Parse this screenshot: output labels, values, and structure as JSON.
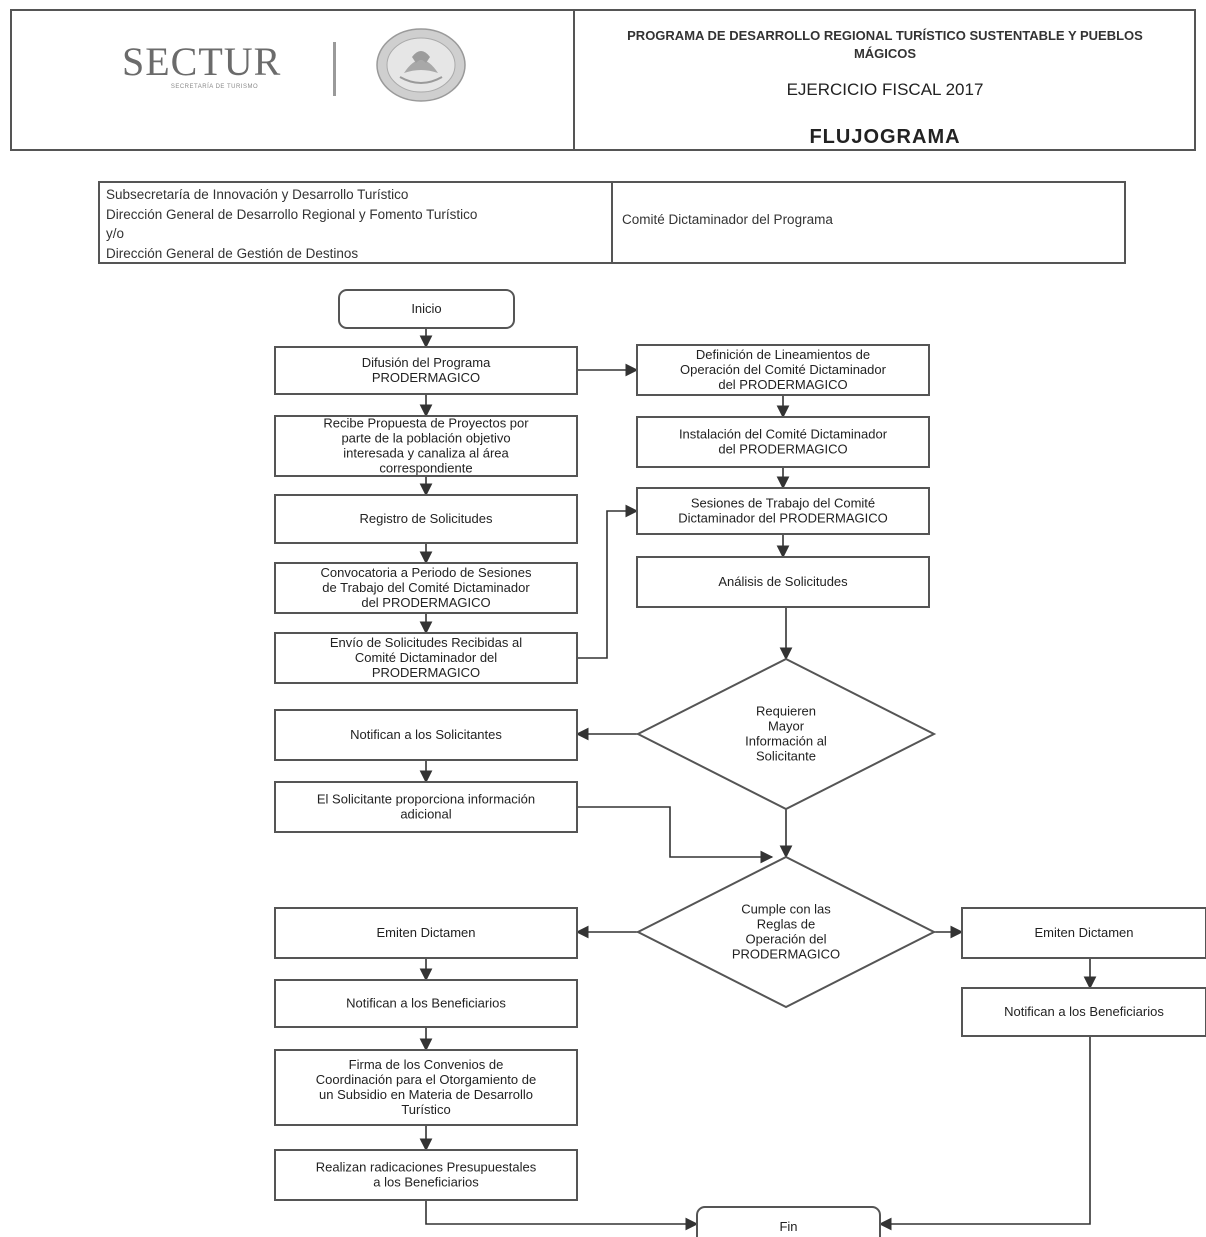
{
  "header": {
    "logo_text": "SECTUR",
    "logo_subtitle": "SECRETARÍA DE TURISMO",
    "program_title": "PROGRAMA DE DESARROLLO REGIONAL TURÍSTICO SUSTENTABLE Y PUEBLOS MÁGICOS",
    "fiscal_year": "EJERCICIO FISCAL 2017",
    "document_type": "FLUJOGRAMA"
  },
  "lanes": {
    "left": [
      "Subsecretaría de Innovación y Desarrollo Turístico",
      "Dirección General de Desarrollo Regional y Fomento Turístico",
      "y/o",
      "Dirección General de Gestión de Destinos"
    ],
    "right": "Comité Dictaminador del Programa"
  },
  "flowchart": {
    "nodes": {
      "inicio": [
        "Inicio"
      ],
      "difusion": [
        "Difusión del Programa",
        "PRODERMAGICO"
      ],
      "recibe": [
        "Recibe Propuesta de Proyectos por",
        "parte de la población objetivo",
        "interesada y canaliza al área",
        "correspondiente"
      ],
      "registro": [
        "Registro de Solicitudes"
      ],
      "convocatoria": [
        "Convocatoria a Periodo de Sesiones",
        "de Trabajo del Comité Dictaminador",
        "del PRODERMAGICO"
      ],
      "envio": [
        "Envío de Solicitudes Recibidas al",
        "Comité Dictaminador del",
        "PRODERMAGICO"
      ],
      "definicion": [
        "Definición de Lineamientos de",
        "Operación del Comité Dictaminador",
        "del PRODERMAGICO"
      ],
      "instalacion": [
        "Instalación del Comité Dictaminador",
        "del PRODERMAGICO"
      ],
      "sesiones": [
        "Sesiones de Trabajo del Comité",
        "Dictaminador del PRODERMAGICO"
      ],
      "analisis": [
        "Análisis de Solicitudes"
      ],
      "requieren": [
        "Requieren",
        "Mayor",
        "Información al",
        "Solicitante"
      ],
      "notifican_solicitantes": [
        "Notifican a los Solicitantes"
      ],
      "solicitante_info": [
        "El Solicitante proporciona información",
        "adicional"
      ],
      "cumple": [
        "Cumple con las",
        "Reglas de",
        "Operación del",
        "PRODERMAGICO"
      ],
      "emiten_left": [
        "Emiten Dictamen"
      ],
      "notifican_benef_left": [
        "Notifican a los Beneficiarios"
      ],
      "firma": [
        "Firma de los Convenios de",
        "Coordinación para el Otorgamiento de",
        "un Subsidio en Materia de Desarrollo",
        "Turístico"
      ],
      "radicaciones": [
        "Realizan radicaciones Presupuestales",
        "a los Beneficiarios"
      ],
      "emiten_right": [
        "Emiten Dictamen"
      ],
      "notifican_benef_right": [
        "Notifican a los Beneficiarios"
      ],
      "fin": [
        "Fin"
      ]
    }
  },
  "colors": {
    "line": "#333333",
    "box_border": "#555555"
  }
}
